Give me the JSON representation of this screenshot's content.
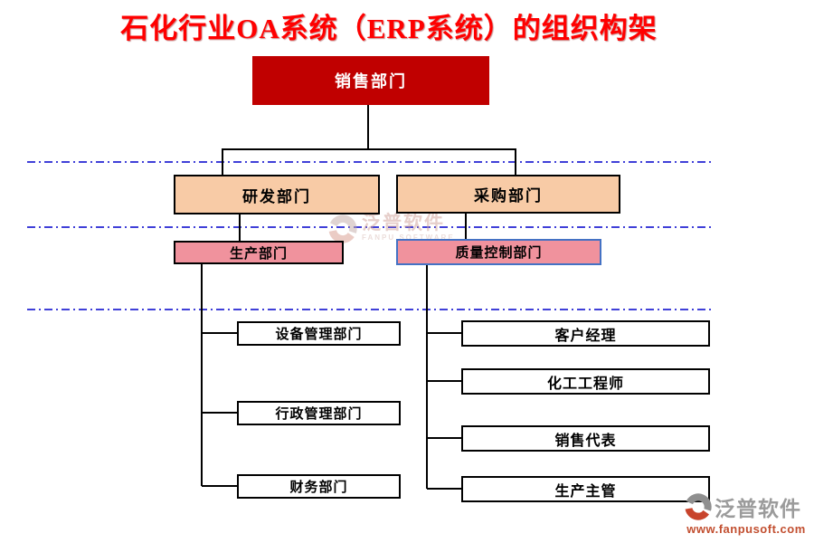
{
  "title": "石化行业OA系统（ERP系统）的组织构架",
  "org": {
    "root": {
      "label": "销售部门"
    },
    "level2": [
      {
        "label": "研发部门"
      },
      {
        "label": "采购部门"
      }
    ],
    "level3": [
      {
        "label": "生产部门"
      },
      {
        "label": "质量控制部门"
      }
    ],
    "production_children": [
      {
        "label": "设备管理部门"
      },
      {
        "label": "行政管理部门"
      },
      {
        "label": "财务部门"
      }
    ],
    "quality_children": [
      {
        "label": "客户经理"
      },
      {
        "label": "化工工程师"
      },
      {
        "label": "销售代表"
      },
      {
        "label": "生产主管"
      }
    ]
  },
  "watermark": {
    "text": "泛普软件",
    "subtext": "FANPU SOFTWARE"
  },
  "logo": {
    "brand": "泛普软件",
    "url": "www.fanpusoft.com"
  },
  "colors": {
    "title_red": "#FF0000",
    "root_fill": "#C00000",
    "level2_fill": "#F8CBA6",
    "level3_fill": "#F0929D",
    "quality_border": "#4472C4",
    "divider_blue": "#0000CC",
    "connector_black": "#000000",
    "logo_url_color": "#C24F30"
  }
}
